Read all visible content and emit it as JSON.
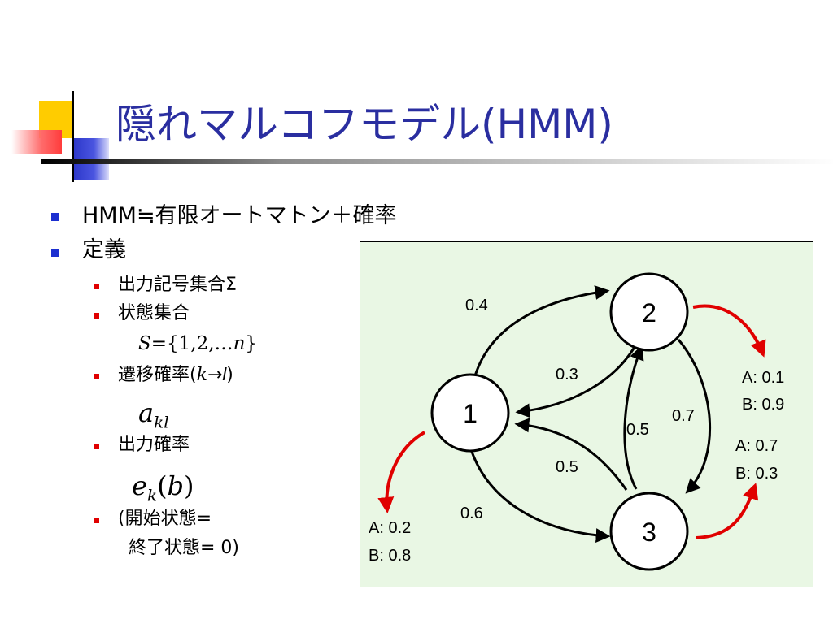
{
  "title": "隠れマルコフモデル(HMM)",
  "bullets": {
    "hmm": "HMM≒有限オートマトン＋確率",
    "definition": "定義",
    "output_symbols": "出力記号集合Σ",
    "state_set": "状態集合",
    "state_set_formula": {
      "S": "S",
      "eq": "={",
      "nums": "1,2,…",
      "n": "n",
      "close": "}"
    },
    "transition_prob": {
      "text": "遷移確率(",
      "k": "k",
      "arrow": "→",
      "l": "l",
      "close": ")"
    },
    "transition_formula": {
      "a": "a",
      "sub": "kl"
    },
    "emission_prob": "出力確率",
    "emission_formula": {
      "e": "e",
      "sub": "k",
      "open": "(",
      "b": "b",
      "close": ")"
    },
    "start_end_line1": "(開始状態=",
    "start_end_line2": "終了状態= 0)"
  },
  "diagram": {
    "nodes": [
      {
        "id": "1",
        "label": "1"
      },
      {
        "id": "2",
        "label": "2"
      },
      {
        "id": "3",
        "label": "3"
      }
    ],
    "transitions": {
      "t12": "0.4",
      "t21": "0.3",
      "t23": "0.7",
      "t32": "0.5",
      "t31": "0.5",
      "t13": "0.6"
    },
    "emissions": {
      "state1": {
        "a": "A: 0.2",
        "b": "B: 0.8"
      },
      "state2": {
        "a": "A: 0.1",
        "b": "B: 0.9"
      },
      "state3": {
        "a": "A: 0.7",
        "b": "B: 0.3"
      }
    },
    "colors": {
      "panel": "#e9f7e4",
      "emission_arrow": "#e00000",
      "title": "#2a2ea0"
    }
  }
}
